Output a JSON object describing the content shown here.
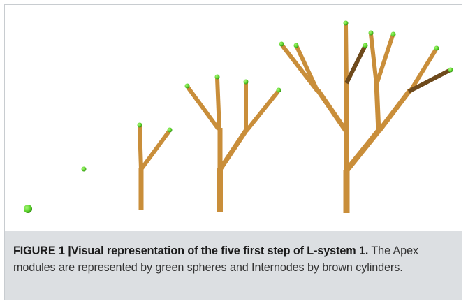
{
  "figure": {
    "label": "FIGURE 1 |",
    "title": "Visual representation of the five first step of L-system 1.",
    "description": "The Apex modules are represented by green spheres and Internodes by brown cylinders.",
    "colors": {
      "internode": "#c98e3a",
      "internode_shadow": "#7a5422",
      "apex": "#5fd62e",
      "caption_background": "#dcdfe2"
    }
  }
}
